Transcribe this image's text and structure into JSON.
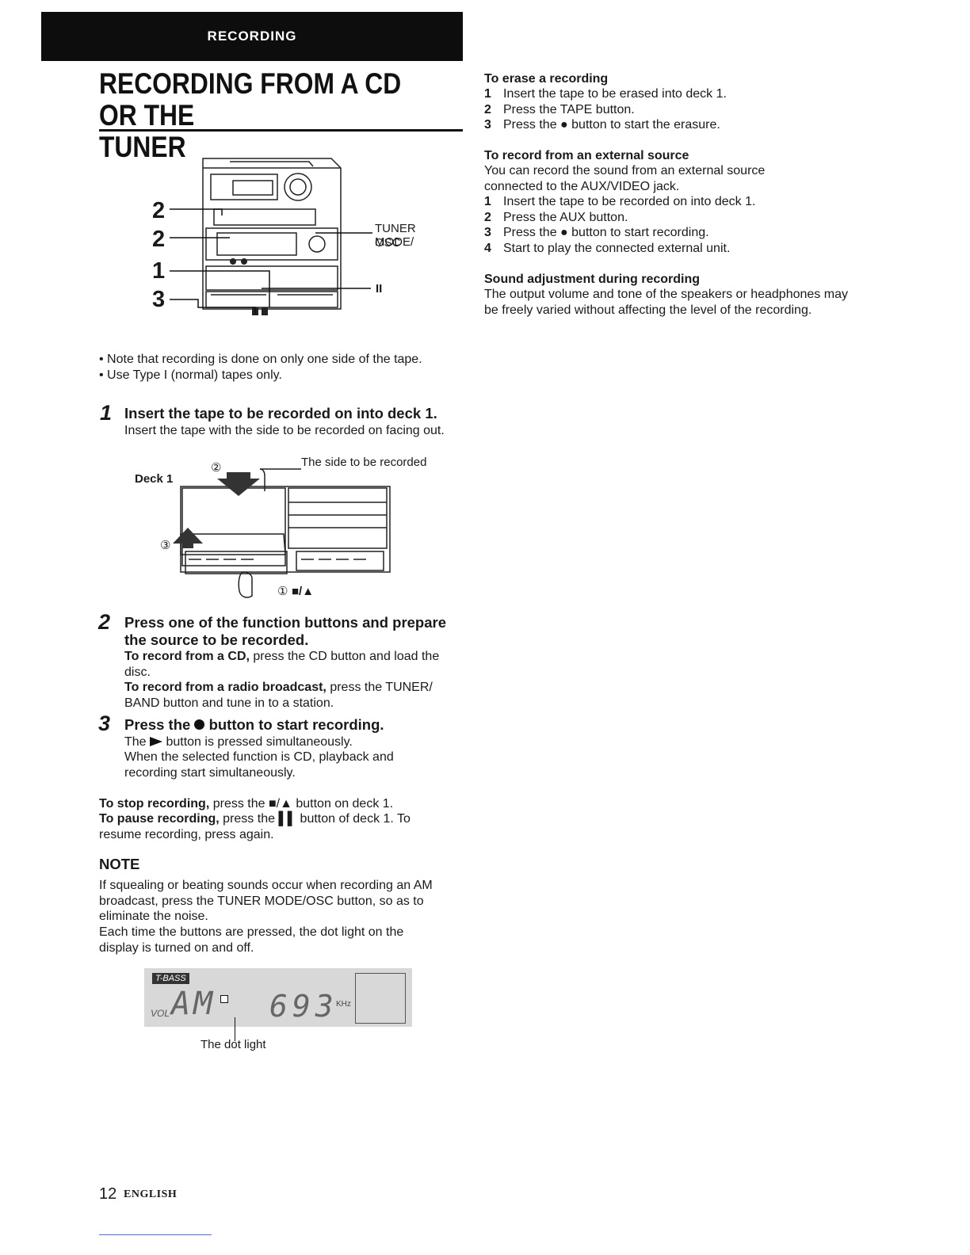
{
  "header": {
    "section": "RECORDING"
  },
  "title": {
    "line1": "RECORDING FROM A CD OR THE",
    "line2": "TUNER"
  },
  "figure1": {
    "callouts": [
      "2",
      "2",
      "1",
      "3"
    ],
    "label_tuner_1": "TUNER MODE/",
    "label_tuner_2": "OSC",
    "label_pause": "II"
  },
  "notes": [
    "• Note that recording is done on only one side of the tape.",
    "• Use Type I (normal) tapes only."
  ],
  "step1": {
    "num": "1",
    "heading": "Insert the tape to be recorded on into deck 1.",
    "body": "Insert the tape with the side to be recorded on facing out."
  },
  "figure2": {
    "deck_label": "Deck 1",
    "side_label": "The side to be recorded",
    "mark2": "②",
    "mark3": "③",
    "mark1": "①",
    "stop_eject": "■/▲"
  },
  "step2": {
    "num": "2",
    "heading": "Press one of the function buttons and prepare the source to be recorded.",
    "cd_bold": "To record from a CD,",
    "cd_rest": " press the CD button and load the disc.",
    "radio_bold": "To record from a radio broadcast,",
    "radio_rest": " press the TUNER/ BAND button and tune in to a station."
  },
  "step3": {
    "num": "3",
    "heading_a": "Press the ",
    "heading_b": " button to start recording.",
    "line1_a": "The ",
    "line1_b": " button is pressed simultaneously.",
    "line2": "When the selected function is CD, playback and recording start simultaneously."
  },
  "stop": {
    "bold": "To stop recording,",
    "rest": " press the ■/▲ button on deck 1."
  },
  "pause": {
    "bold": "To pause recording,",
    "rest": " press the ▌▌ button of deck 1. To resume recording, press again."
  },
  "note": {
    "heading": "NOTE",
    "p1": "If squealing or beating sounds occur when recording an AM broadcast, press the TUNER MODE/OSC button, so as to eliminate the noise.",
    "p2": "Each time the buttons are pressed, the dot light on the display is turned on and off."
  },
  "display": {
    "tbass": "T-BASS",
    "vol": "VOL",
    "band": "AM",
    "freq": "693",
    "unit": "KHz",
    "caption": "The dot light"
  },
  "erase": {
    "heading": "To erase a recording",
    "steps": [
      {
        "n": "1",
        "text": "Insert the tape to be erased into deck 1."
      },
      {
        "n": "2",
        "text": "Press the TAPE button."
      },
      {
        "n": "3",
        "text": "Press the ● button to start the erasure."
      }
    ]
  },
  "external": {
    "heading": "To record from an external source",
    "intro": "You can record the sound from an external source connected to the AUX/VIDEO jack.",
    "steps": [
      {
        "n": "1",
        "text": "Insert the tape to be recorded on into deck 1."
      },
      {
        "n": "2",
        "text": "Press the AUX button."
      },
      {
        "n": "3",
        "text": "Press the ● button to start recording."
      },
      {
        "n": "4",
        "text": "Start to play the connected external unit."
      }
    ]
  },
  "sound": {
    "heading": "Sound adjustment during recording",
    "body": "The output volume and tone of the speakers or headphones may be freely varied without affecting the level of the recording."
  },
  "footer": {
    "page": "12",
    "lang": "ENGLISH"
  }
}
